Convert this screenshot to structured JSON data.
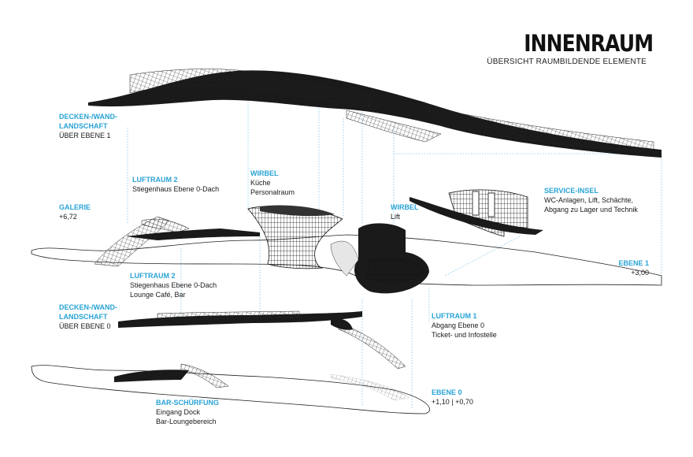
{
  "header": {
    "title": "INNENRAUM",
    "subtitle": "ÜBERSICHT RAUMBILDENDE ELEMENTE"
  },
  "colors": {
    "accent": "#29a3d6",
    "ink": "#1a1a1a",
    "guide": "#7fc4e6"
  },
  "labels": {
    "decken_1": {
      "heading": "DECKEN-/WAND-",
      "heading2": "LANDSCHAFT",
      "line1": "ÜBER EBENE 1"
    },
    "luftraum2_top": {
      "heading": "LUFTRAUM 2",
      "line1": "Stiegenhaus Ebene 0-Dach"
    },
    "wirbel_kueche": {
      "heading": "WIRBEL",
      "line1": "Küche",
      "line2": "Personalraum"
    },
    "wirbel_lift": {
      "heading": "WIRBEL",
      "line1": "Lift"
    },
    "service": {
      "heading": "SERVICE-INSEL",
      "line1": "WC-Anlagen, Lift, Schächte,",
      "line2": "Abgang zu Lager und Technik"
    },
    "galerie": {
      "heading": "GALERIE",
      "line1": "+6,72"
    },
    "ebene1": {
      "heading": "EBENE 1",
      "line1": "+3,00"
    },
    "luftraum2_lounge": {
      "heading": "LUFTRAUM 2",
      "line1": "Stiegenhaus Ebene 0-Dach",
      "line2": "Lounge Café, Bar"
    },
    "decken_0": {
      "heading": "DECKEN-/WAND-",
      "heading2": "LANDSCHAFT",
      "line1": "ÜBER EBENE 0"
    },
    "luftraum1": {
      "heading": "LUFTRAUM 1",
      "line1": "Abgang Ebene 0",
      "line2": "Ticket- und Infostelle"
    },
    "ebene0": {
      "heading": "EBENE 0",
      "line1": "+1,10  |  +0,70"
    },
    "bar": {
      "heading": "BAR-SCHÜRFUNG",
      "line1": "Eingang Dock",
      "line2": "Bar-Loungebereich"
    }
  }
}
